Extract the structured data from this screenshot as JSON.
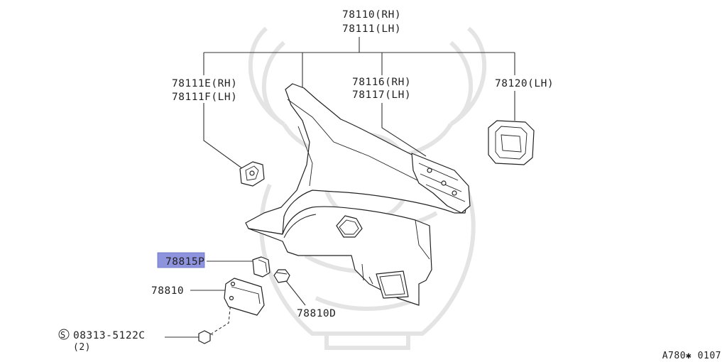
{
  "callouts": {
    "top_rh": "78110(RH)",
    "top_lh": "78111(LH)",
    "left_rh": "78111E(RH)",
    "left_lh": "78111F(LH)",
    "mid_rh": "78116(RH)",
    "mid_lh": "78117(LH)",
    "right_lh": "78120(LH)",
    "highlighted_prefix": "78815",
    "highlighted_suffix": "P",
    "cover": "78810",
    "bumper": "78810D",
    "screw_symbol": "S",
    "screw": "08313-5122C",
    "screw_qty": "(2)"
  },
  "footer": {
    "figure_code": "A780✱ 0107"
  },
  "colors": {
    "highlight": "#8e93dd",
    "line": "#333333",
    "watermark": "#e4e4e4"
  }
}
